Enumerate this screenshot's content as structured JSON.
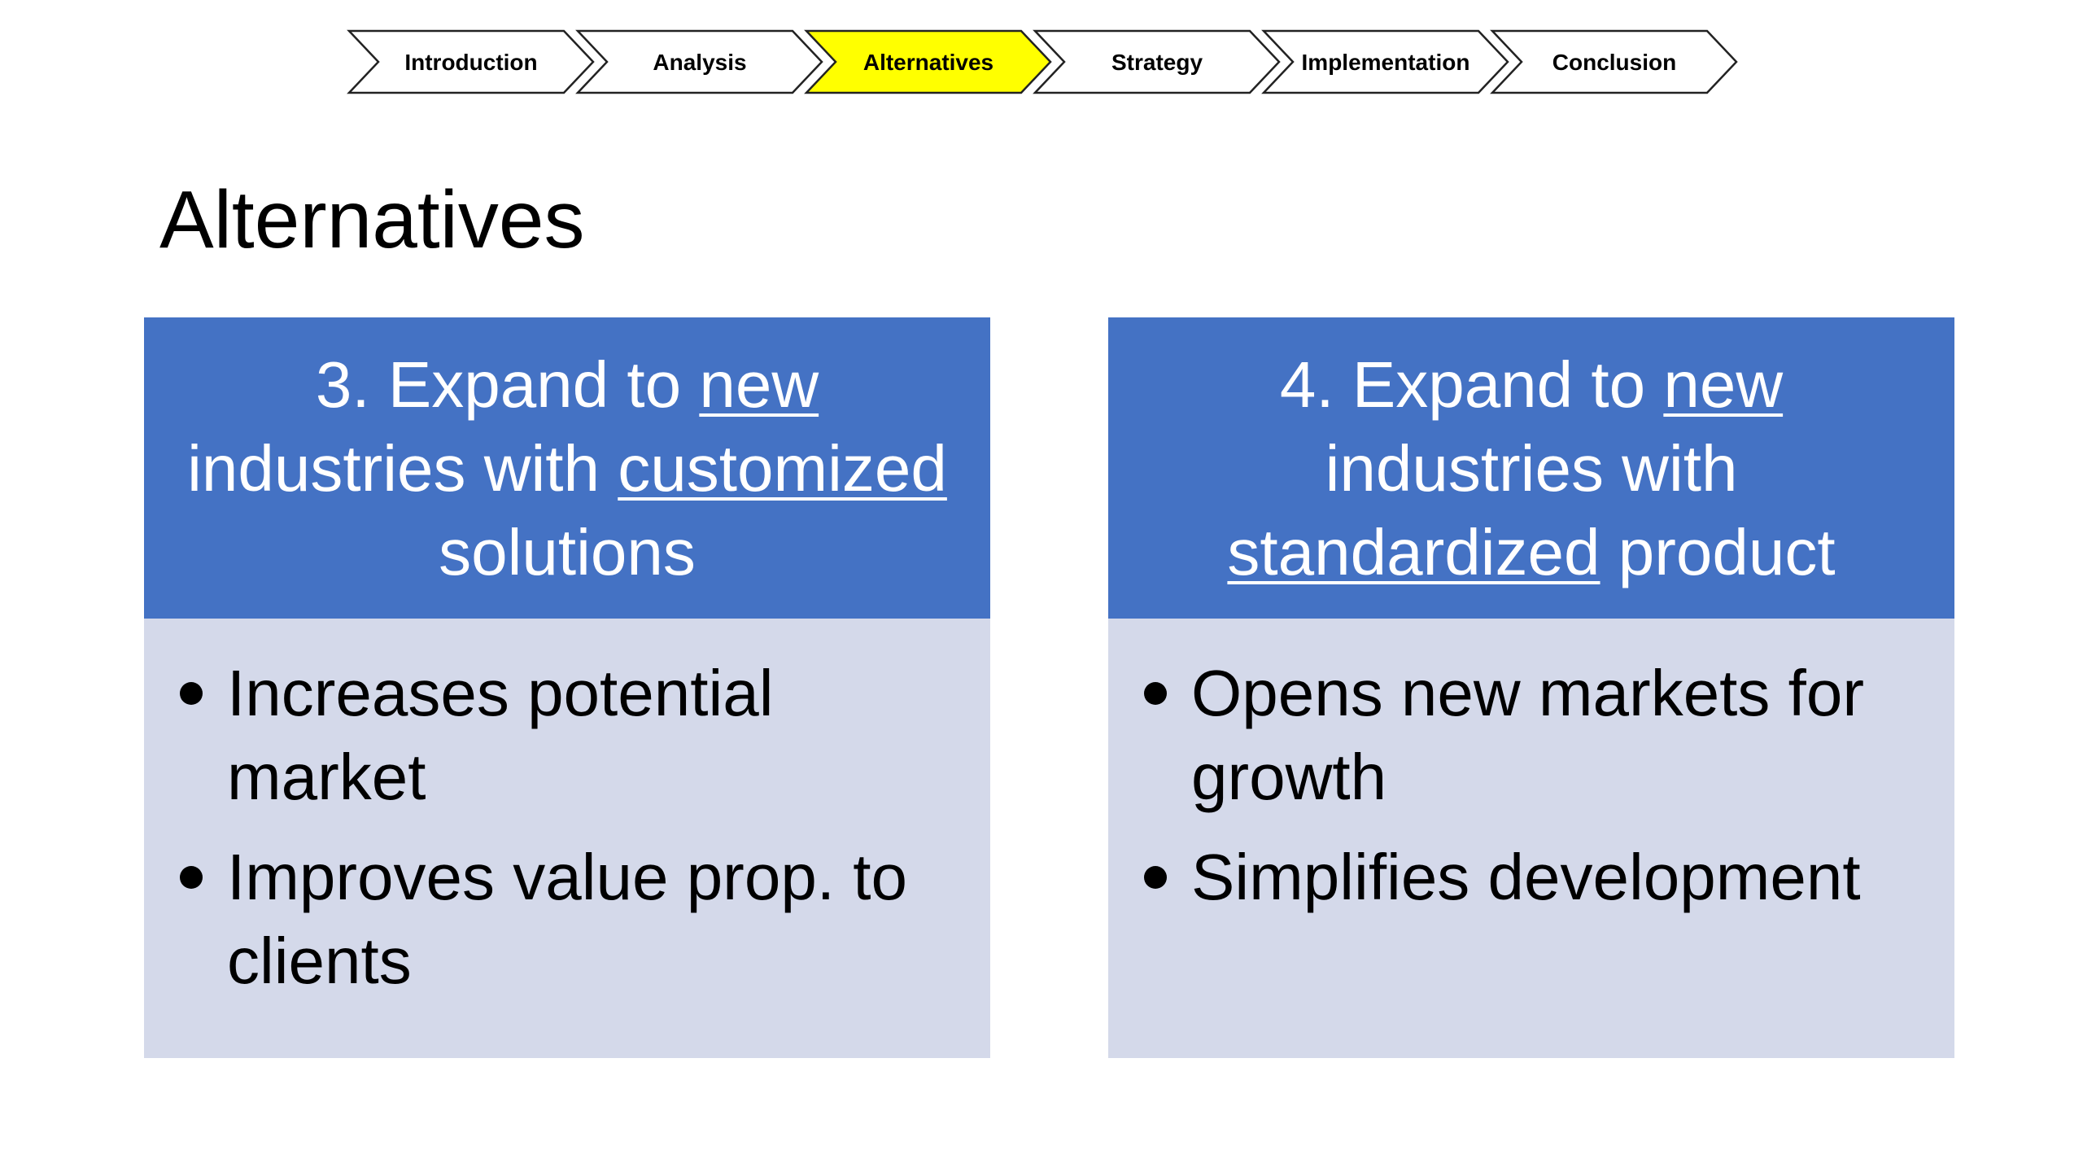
{
  "colors": {
    "header_blue": "#4472C4",
    "body_lavender": "#D4D9EA",
    "active_step": "#FFFF00",
    "step_fill": "#FFFFFF",
    "text_dark": "#000000",
    "text_light": "#FFFFFF"
  },
  "process_nav": {
    "steps": [
      {
        "label": "Introduction",
        "active": false
      },
      {
        "label": "Analysis",
        "active": false
      },
      {
        "label": "Alternatives",
        "active": true
      },
      {
        "label": "Strategy",
        "active": false
      },
      {
        "label": "Implementation",
        "active": false
      },
      {
        "label": "Conclusion",
        "active": false
      }
    ]
  },
  "page": {
    "title": "Alternatives"
  },
  "alternatives": [
    {
      "header": {
        "prefix": "3. Expand to ",
        "underline1": "new",
        "middle": " industries with ",
        "underline2": "customized",
        "suffix": " solutions"
      },
      "bullets": [
        "Increases potential market",
        "Improves value prop. to clients"
      ]
    },
    {
      "header": {
        "prefix": "4. Expand to ",
        "underline1": "new",
        "middle": " industries with ",
        "underline2": "standardized",
        "suffix": " product"
      },
      "bullets": [
        "Opens new markets for growth",
        "Simplifies development"
      ]
    }
  ]
}
